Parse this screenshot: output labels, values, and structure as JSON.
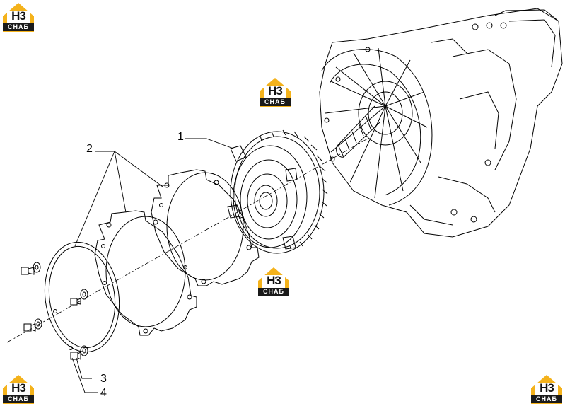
{
  "callouts": {
    "part1": "1",
    "part2": "2",
    "part3": "3",
    "part4": "4"
  },
  "watermark": {
    "top_text": "Н3",
    "bottom_text": "СНАБ",
    "accent_color": "#f4b21b",
    "band_color": "#1a1a1a"
  },
  "line_color": "#000000"
}
